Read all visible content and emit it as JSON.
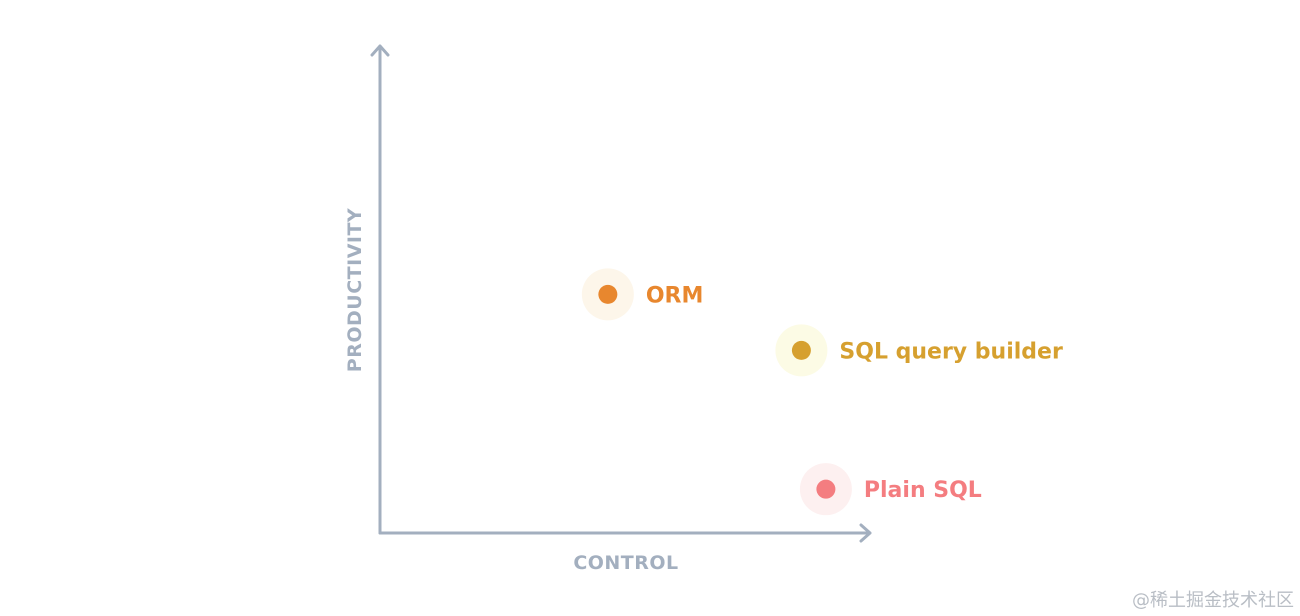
{
  "chart_data": {
    "type": "scatter",
    "title": "",
    "xlabel": "CONTROL",
    "ylabel": "PRODUCTIVITY",
    "xlim": [
      0,
      100
    ],
    "ylim": [
      0,
      100
    ],
    "grid": false,
    "legend": "none",
    "series": [
      {
        "name": "ORM",
        "x": 46.5,
        "y": 49,
        "color": "#e8872e",
        "halo": "#fdf6ea"
      },
      {
        "name": "SQL query builder",
        "x": 86,
        "y": 37.5,
        "color": "#d6a02f",
        "halo": "#fcfbe5"
      },
      {
        "name": "Plain SQL",
        "x": 91,
        "y": 9,
        "color": "#f47d80",
        "halo": "#fdf0f0"
      }
    ],
    "axis_color": "#a3afbf"
  },
  "watermark": {
    "text": "@稀土掘金技术社区"
  }
}
